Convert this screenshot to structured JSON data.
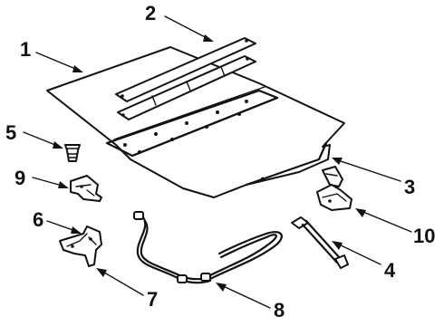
{
  "callouts": [
    {
      "id": "1",
      "text": "1"
    },
    {
      "id": "2",
      "text": "2"
    },
    {
      "id": "3",
      "text": "3"
    },
    {
      "id": "4",
      "text": "4"
    },
    {
      "id": "5",
      "text": "5"
    },
    {
      "id": "6",
      "text": "6"
    },
    {
      "id": "7",
      "text": "7"
    },
    {
      "id": "8",
      "text": "8"
    },
    {
      "id": "9",
      "text": "9"
    },
    {
      "id": "10",
      "text": "10"
    }
  ]
}
